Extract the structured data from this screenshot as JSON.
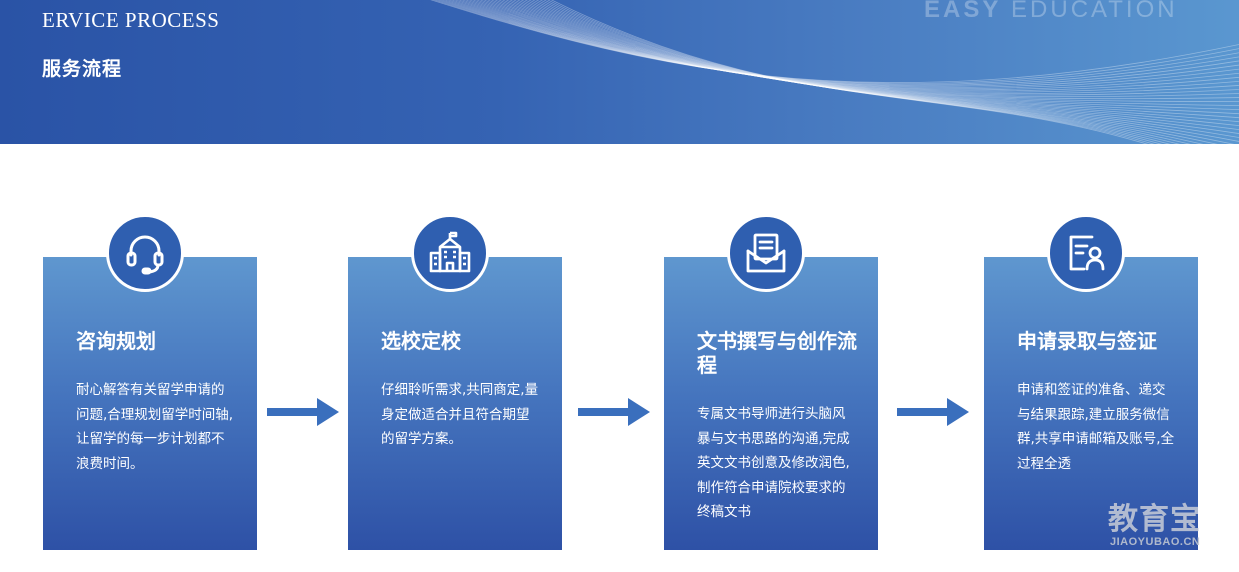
{
  "header": {
    "title_en": "ERVICE PROCESS",
    "title_cn": "服务流程",
    "brand_bold": "EASY",
    "brand_light": " EDUCATION"
  },
  "steps": [
    {
      "icon": "headset-icon",
      "title": "咨询规划",
      "description": "耐心解答有关留学申请的问题,合理规划留学时间轴,让留学的每一步计划都不浪费时间。"
    },
    {
      "icon": "school-building-icon",
      "title": "选校定校",
      "description": "仔细聆听需求,共同商定,量身定做适合并且符合期望的留学方案。"
    },
    {
      "icon": "document-envelope-icon",
      "title": "文书撰写与创作流程",
      "description": "专属文书导师进行头脑风暴与文书思路的沟通,完成英文文书创意及修改润色,制作符合申请院校要求的终稿文书"
    },
    {
      "icon": "user-id-card-icon",
      "title": "申请录取与签证",
      "description": "申请和签证的准备、递交与结果跟踪,建立服务微信群,共享申请邮箱及账号,全过程全透"
    }
  ],
  "watermark": {
    "cn": "教育宝",
    "en": "JIAOYUBAO.CN"
  },
  "colors": {
    "banner_start": "#2a53a6",
    "banner_end": "#5a97d0",
    "card_top": "#5f97cf",
    "card_bottom": "#2e51a6",
    "arrow": "#3a6fbd"
  }
}
